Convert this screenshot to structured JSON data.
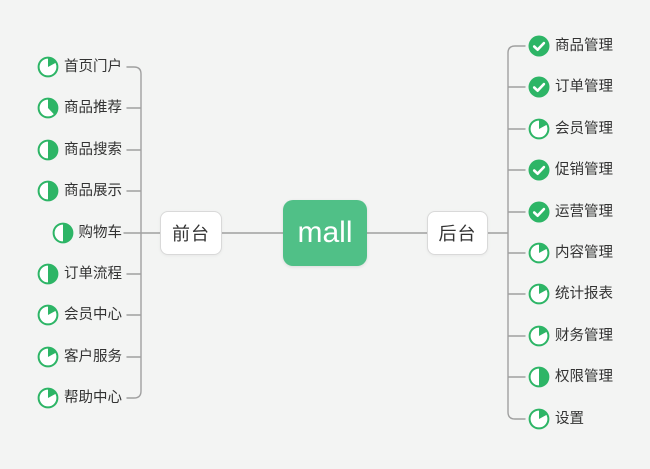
{
  "root": {
    "label": "mall"
  },
  "left_branch": {
    "label": "前台",
    "items": [
      {
        "label": "首页门户",
        "progress": 0.17
      },
      {
        "label": "商品推荐",
        "progress": 0.38
      },
      {
        "label": "商品搜索",
        "progress": 0.5
      },
      {
        "label": "商品展示",
        "progress": 0.5
      },
      {
        "label": "购物车",
        "progress": 0.5
      },
      {
        "label": "订单流程",
        "progress": 0.5
      },
      {
        "label": "会员中心",
        "progress": 0.17
      },
      {
        "label": "客户服务",
        "progress": 0.17
      },
      {
        "label": "帮助中心",
        "progress": 0.17
      }
    ]
  },
  "right_branch": {
    "label": "后台",
    "items": [
      {
        "label": "商品管理",
        "progress": 1
      },
      {
        "label": "订单管理",
        "progress": 1
      },
      {
        "label": "会员管理",
        "progress": 0.17
      },
      {
        "label": "促销管理",
        "progress": 1
      },
      {
        "label": "运营管理",
        "progress": 1
      },
      {
        "label": "内容管理",
        "progress": 0.17
      },
      {
        "label": "统计报表",
        "progress": 0.17
      },
      {
        "label": "财务管理",
        "progress": 0.17
      },
      {
        "label": "权限管理",
        "progress": 0.5
      },
      {
        "label": "设置",
        "progress": 0.17
      }
    ]
  },
  "colors": {
    "root_green": "#50c087",
    "icon_green": "#2db566",
    "line_gray": "#a0a0a0",
    "background": "#f3f4f3",
    "text": "#333333"
  }
}
